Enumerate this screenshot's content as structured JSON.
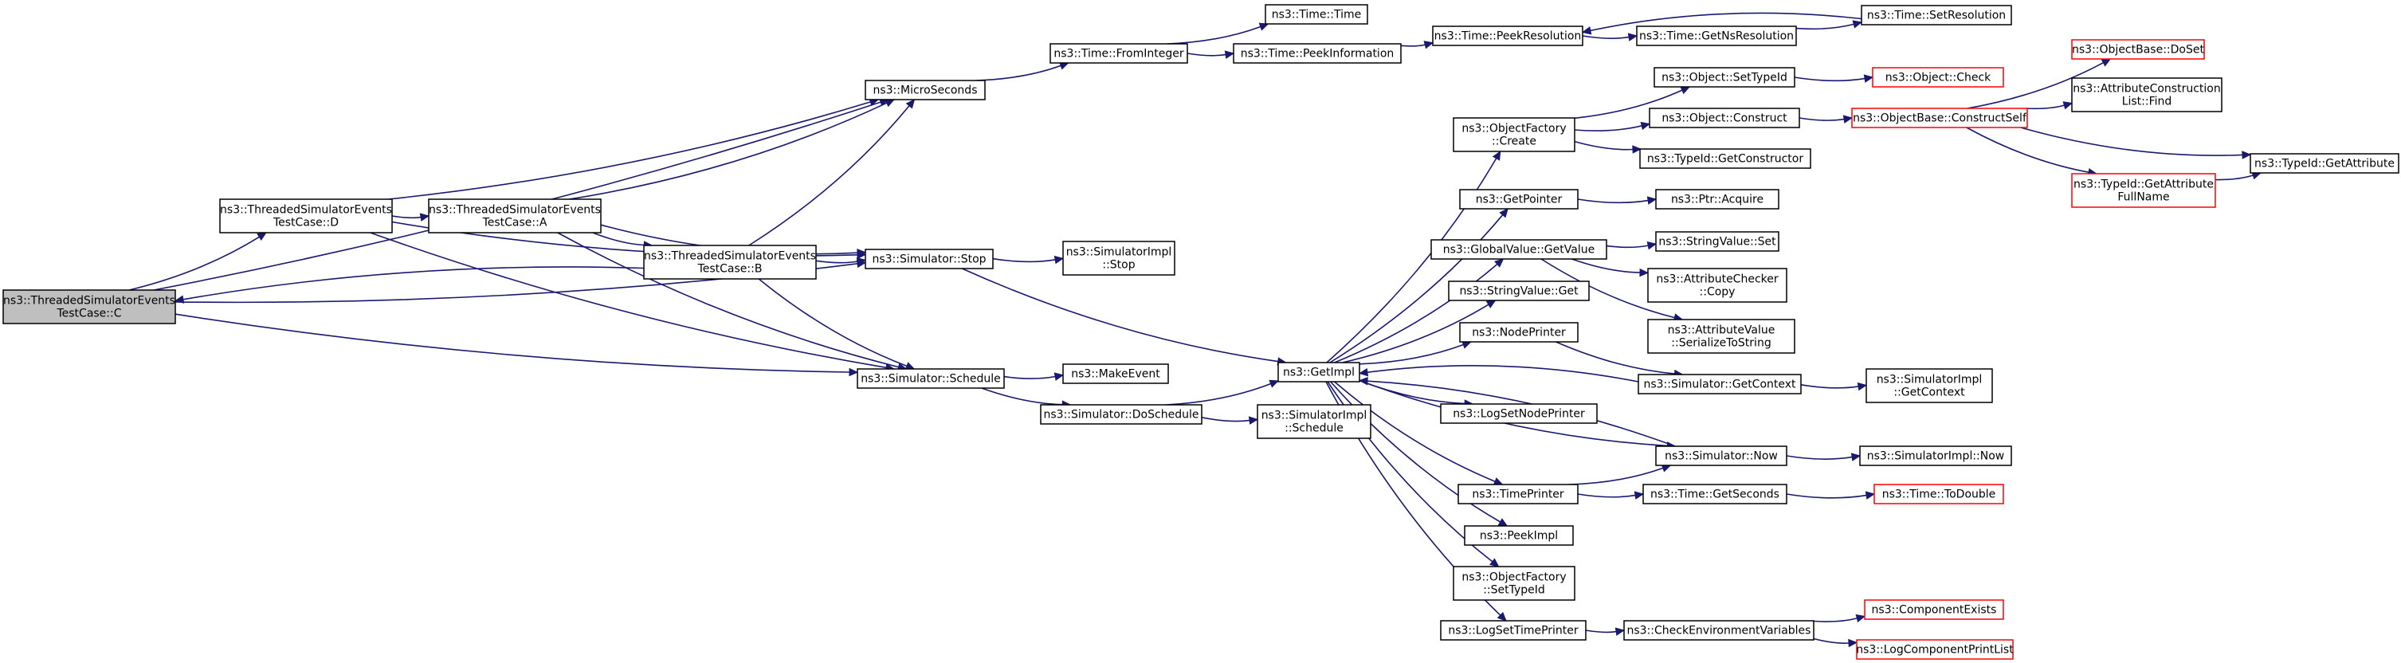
{
  "diagram": {
    "type": "call-graph",
    "nodes": [
      {
        "id": "c",
        "lines": [
          "ns3::ThreadedSimulatorEvents",
          "TestCase::C"
        ],
        "focus": true
      },
      {
        "id": "d",
        "lines": [
          "ns3::ThreadedSimulatorEvents",
          "TestCase::D"
        ]
      },
      {
        "id": "a",
        "lines": [
          "ns3::ThreadedSimulatorEvents",
          "TestCase::A"
        ]
      },
      {
        "id": "b",
        "lines": [
          "ns3::ThreadedSimulatorEvents",
          "TestCase::B"
        ]
      },
      {
        "id": "micro",
        "lines": [
          "ns3::MicroSeconds"
        ]
      },
      {
        "id": "stop",
        "lines": [
          "ns3::Simulator::Stop"
        ]
      },
      {
        "id": "sched",
        "lines": [
          "ns3::Simulator::Schedule"
        ]
      },
      {
        "id": "fromint",
        "lines": [
          "ns3::Time::FromInteger"
        ]
      },
      {
        "id": "ttime",
        "lines": [
          "ns3::Time::Time"
        ]
      },
      {
        "id": "peekinfo",
        "lines": [
          "ns3::Time::PeekInformation"
        ]
      },
      {
        "id": "peekres",
        "lines": [
          "ns3::Time::PeekResolution"
        ]
      },
      {
        "id": "getns",
        "lines": [
          "ns3::Time::GetNsResolution"
        ]
      },
      {
        "id": "setres",
        "lines": [
          "ns3::Time::SetResolution"
        ]
      },
      {
        "id": "simimplstop",
        "lines": [
          "ns3::SimulatorImpl",
          "::Stop"
        ]
      },
      {
        "id": "makeevent",
        "lines": [
          "ns3::MakeEvent"
        ]
      },
      {
        "id": "dosched",
        "lines": [
          "ns3::Simulator::DoSchedule"
        ]
      },
      {
        "id": "simimplsched",
        "lines": [
          "ns3::SimulatorImpl",
          "::Schedule"
        ]
      },
      {
        "id": "getimpl",
        "lines": [
          "ns3::GetImpl"
        ]
      },
      {
        "id": "ofcreate",
        "lines": [
          "ns3::ObjectFactory",
          "::Create"
        ]
      },
      {
        "id": "settypeid",
        "lines": [
          "ns3::Object::SetTypeId"
        ]
      },
      {
        "id": "objcheck",
        "lines": [
          "ns3::Object::Check"
        ],
        "truncated": true
      },
      {
        "id": "objconstruct",
        "lines": [
          "ns3::Object::Construct"
        ]
      },
      {
        "id": "constructself",
        "lines": [
          "ns3::ObjectBase::ConstructSelf"
        ],
        "truncated": true
      },
      {
        "id": "doset",
        "lines": [
          "ns3::ObjectBase::DoSet"
        ],
        "truncated": true
      },
      {
        "id": "acfind",
        "lines": [
          "ns3::AttributeConstruction",
          "List::Find"
        ]
      },
      {
        "id": "getattrfull",
        "lines": [
          "ns3::TypeId::GetAttribute",
          "FullName"
        ],
        "truncated": true
      },
      {
        "id": "getattr",
        "lines": [
          "ns3::TypeId::GetAttribute"
        ]
      },
      {
        "id": "getctor",
        "lines": [
          "ns3::TypeId::GetConstructor"
        ]
      },
      {
        "id": "getpointer",
        "lines": [
          "ns3::GetPointer"
        ]
      },
      {
        "id": "ptracquire",
        "lines": [
          "ns3::Ptr::Acquire"
        ]
      },
      {
        "id": "gvget",
        "lines": [
          "ns3::GlobalValue::GetValue"
        ]
      },
      {
        "id": "svset",
        "lines": [
          "ns3::StringValue::Set"
        ]
      },
      {
        "id": "accopy",
        "lines": [
          "ns3::AttributeChecker",
          "::Copy"
        ]
      },
      {
        "id": "avser",
        "lines": [
          "ns3::AttributeValue",
          "::SerializeToString"
        ]
      },
      {
        "id": "svget",
        "lines": [
          "ns3::StringValue::Get"
        ]
      },
      {
        "id": "nodeprinter",
        "lines": [
          "ns3::NodePrinter"
        ]
      },
      {
        "id": "getctx",
        "lines": [
          "ns3::Simulator::GetContext"
        ]
      },
      {
        "id": "simimplctx",
        "lines": [
          "ns3::SimulatorImpl",
          "::GetContext"
        ]
      },
      {
        "id": "logsetnode",
        "lines": [
          "ns3::LogSetNodePrinter"
        ]
      },
      {
        "id": "simnow",
        "lines": [
          "ns3::Simulator::Now"
        ]
      },
      {
        "id": "simimplnow",
        "lines": [
          "ns3::SimulatorImpl::Now"
        ]
      },
      {
        "id": "timeprinter",
        "lines": [
          "ns3::TimePrinter"
        ]
      },
      {
        "id": "getseconds",
        "lines": [
          "ns3::Time::GetSeconds"
        ]
      },
      {
        "id": "todouble",
        "lines": [
          "ns3::Time::ToDouble"
        ],
        "truncated": true
      },
      {
        "id": "peekimpl",
        "lines": [
          "ns3::PeekImpl"
        ]
      },
      {
        "id": "ofsettypeid",
        "lines": [
          "ns3::ObjectFactory",
          "::SetTypeId"
        ]
      },
      {
        "id": "logsettime",
        "lines": [
          "ns3::LogSetTimePrinter"
        ]
      },
      {
        "id": "checkenv",
        "lines": [
          "ns3::CheckEnvironmentVariables"
        ]
      },
      {
        "id": "compexists",
        "lines": [
          "ns3::ComponentExists"
        ],
        "truncated": true
      },
      {
        "id": "logcomplist",
        "lines": [
          "ns3::LogComponentPrintList"
        ],
        "truncated": true
      }
    ],
    "edges": [
      [
        "c",
        "micro"
      ],
      [
        "c",
        "d"
      ],
      [
        "c",
        "stop"
      ],
      [
        "c",
        "sched"
      ],
      [
        "d",
        "micro"
      ],
      [
        "d",
        "a"
      ],
      [
        "d",
        "stop"
      ],
      [
        "d",
        "sched"
      ],
      [
        "a",
        "micro"
      ],
      [
        "a",
        "b"
      ],
      [
        "a",
        "stop"
      ],
      [
        "a",
        "sched"
      ],
      [
        "b",
        "c"
      ],
      [
        "b",
        "micro"
      ],
      [
        "b",
        "stop"
      ],
      [
        "b",
        "sched"
      ],
      [
        "micro",
        "fromint"
      ],
      [
        "fromint",
        "ttime"
      ],
      [
        "fromint",
        "peekinfo"
      ],
      [
        "peekinfo",
        "peekres"
      ],
      [
        "peekres",
        "getns"
      ],
      [
        "getns",
        "setres"
      ],
      [
        "setres",
        "peekres"
      ],
      [
        "stop",
        "simimplstop"
      ],
      [
        "stop",
        "getimpl"
      ],
      [
        "sched",
        "makeevent"
      ],
      [
        "sched",
        "dosched"
      ],
      [
        "dosched",
        "getimpl"
      ],
      [
        "dosched",
        "simimplsched"
      ],
      [
        "getimpl",
        "ofcreate"
      ],
      [
        "getimpl",
        "getpointer"
      ],
      [
        "getimpl",
        "gvget"
      ],
      [
        "getimpl",
        "svget"
      ],
      [
        "getimpl",
        "nodeprinter"
      ],
      [
        "getimpl",
        "logsetnode"
      ],
      [
        "getimpl",
        "simnow"
      ],
      [
        "getimpl",
        "timeprinter"
      ],
      [
        "getimpl",
        "peekimpl"
      ],
      [
        "getimpl",
        "ofsettypeid"
      ],
      [
        "getimpl",
        "logsettime"
      ],
      [
        "ofcreate",
        "settypeid"
      ],
      [
        "ofcreate",
        "objconstruct"
      ],
      [
        "ofcreate",
        "getctor"
      ],
      [
        "settypeid",
        "objcheck"
      ],
      [
        "objconstruct",
        "constructself"
      ],
      [
        "constructself",
        "doset"
      ],
      [
        "constructself",
        "acfind"
      ],
      [
        "constructself",
        "getattrfull"
      ],
      [
        "constructself",
        "getattr"
      ],
      [
        "getattrfull",
        "getattr"
      ],
      [
        "getpointer",
        "ptracquire"
      ],
      [
        "gvget",
        "svset"
      ],
      [
        "gvget",
        "accopy"
      ],
      [
        "gvget",
        "avser"
      ],
      [
        "nodeprinter",
        "getctx"
      ],
      [
        "getctx",
        "getimpl"
      ],
      [
        "getctx",
        "simimplctx"
      ],
      [
        "simnow",
        "getimpl"
      ],
      [
        "simnow",
        "simimplnow"
      ],
      [
        "timeprinter",
        "simnow"
      ],
      [
        "timeprinter",
        "getseconds"
      ],
      [
        "getseconds",
        "todouble"
      ],
      [
        "logsettime",
        "checkenv"
      ],
      [
        "checkenv",
        "compexists"
      ],
      [
        "checkenv",
        "logcomplist"
      ]
    ]
  }
}
